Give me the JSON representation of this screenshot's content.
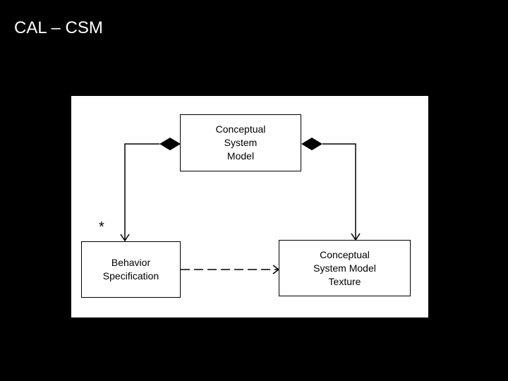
{
  "slide": {
    "title": "CAL – CSM",
    "background_color": "#000000",
    "panel_color": "#ffffff"
  },
  "diagram": {
    "nodes": {
      "csm": {
        "label": "Conceptual\nSystem\nModel"
      },
      "behavior": {
        "label": "Behavior\nSpecification"
      },
      "texture": {
        "label": "Conceptual\nSystem Model\nTexture"
      }
    },
    "edges": [
      {
        "from": "csm",
        "to": "behavior",
        "kind": "composition",
        "multiplicity": "*"
      },
      {
        "from": "csm",
        "to": "texture",
        "kind": "composition"
      },
      {
        "from": "behavior",
        "to": "texture",
        "kind": "dependency"
      }
    ]
  }
}
